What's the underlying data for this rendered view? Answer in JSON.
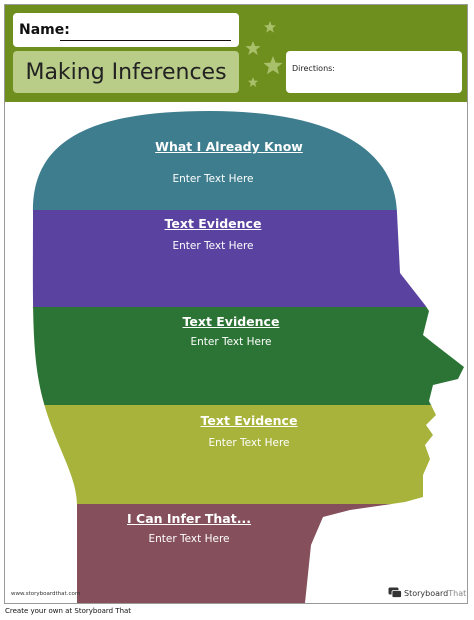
{
  "header": {
    "name_label": "Name:",
    "title": "Making Inferences",
    "directions_label": "Directions:",
    "colors": {
      "header_bg": "#6e8e1e",
      "title_bg": "#b9cc88"
    }
  },
  "sections": [
    {
      "title": "What I Already Know",
      "placeholder": "Enter Text Here",
      "color": "#3d7d8d"
    },
    {
      "title": "Text Evidence",
      "placeholder": "Enter Text Here",
      "color": "#5a43a0"
    },
    {
      "title": "Text Evidence",
      "placeholder": "Enter Text Here",
      "color": "#2c7435"
    },
    {
      "title": "Text Evidence",
      "placeholder": "Enter Text Here",
      "color": "#a7b33a"
    },
    {
      "title": "I Can Infer That...",
      "placeholder": "Enter Text Here",
      "color": "#85505c"
    }
  ],
  "footer": {
    "url": "www.storyboardthat.com",
    "logo_text_bold": "Storyboard",
    "logo_text_light": "That",
    "caption": "Create your own at Storyboard That"
  },
  "icons": [
    "star-icon",
    "storyboard-logo-icon"
  ]
}
